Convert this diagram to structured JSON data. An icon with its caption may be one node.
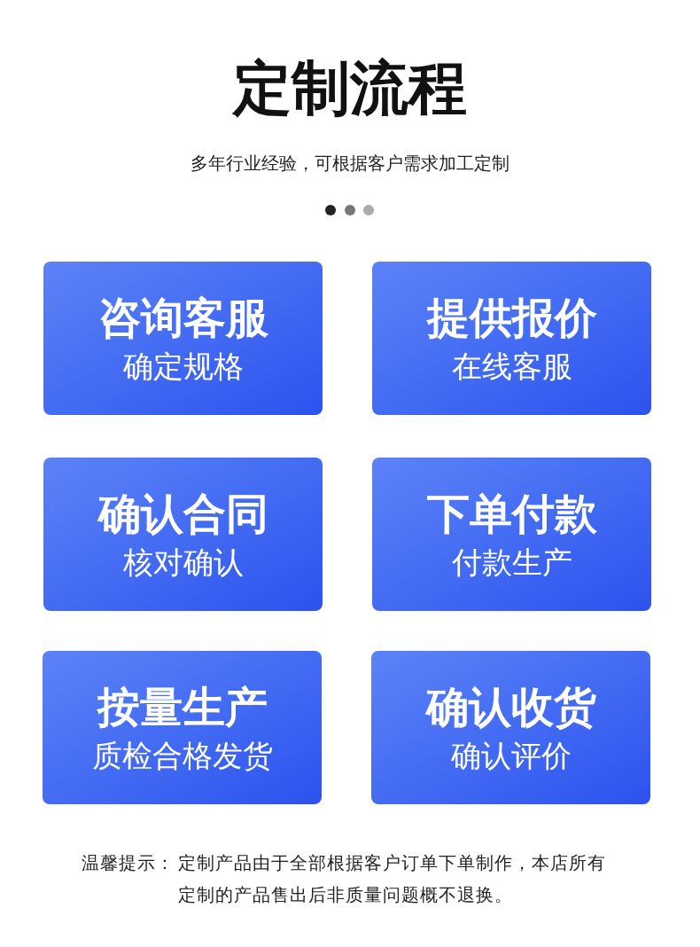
{
  "diagram": {
    "title": "定制流程",
    "nodes": [
      {
        "text": [
          "咨询客服",
          "确定规格"
        ]
      },
      {
        "text": [
          "提供报价",
          "在线客服"
        ]
      },
      {
        "text": [
          "确认合同",
          "核对确认"
        ]
      },
      {
        "text": [
          "下单付款",
          "付款生产"
        ]
      },
      {
        "text": [
          "按量生产",
          "质检合格发货"
        ]
      },
      {
        "text": [
          "确认收货",
          "确认评价"
        ]
      }
    ],
    "labels": [
      "多年行业经验，可根据客户需求加工定制",
      "温馨提示：",
      "定制产品由于全部根据客户订单下单制作，本店所有定制的产品售出后非质量问题概不退换。"
    ]
  }
}
